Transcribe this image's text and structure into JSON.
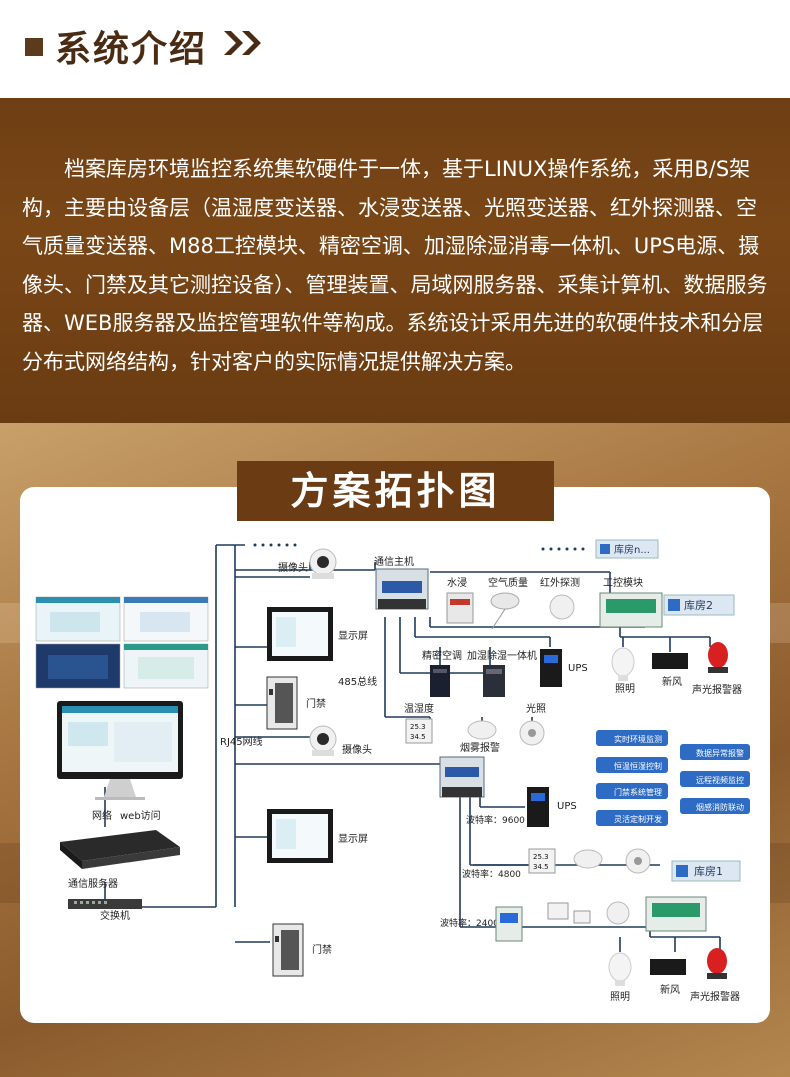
{
  "header": {
    "title": "系统介绍"
  },
  "intro": {
    "text": "档案库房环境监控系统集软硬件于一体，基于LINUX操作系统，采用B/S架构，主要由设备层（温湿度变送器、水浸变送器、光照变送器、红外探测器、空气质量变送器、M88工控模块、精密空调、加湿除湿消毒一体机、UPS电源、摄像头、门禁及其它测控设备）、管理装置、局域网服务器、采集计算机、数据服务器、WEB服务器及监控管理软件等构成。系统设计采用先进的软硬件技术和分层分布式网络结构，针对客户的实际情况提供解决方案。"
  },
  "diagram": {
    "title": "方案拓扑图",
    "left": {
      "network_label": "网络",
      "web_label": "web访问",
      "server_label": "通信服务器",
      "switch_label": "交换机",
      "rj45_label": "RJ45网线"
    },
    "column": {
      "camera1": "摄像头",
      "display1": "显示屏",
      "door1": "门禁",
      "bus485": "485总线",
      "camera2": "摄像头",
      "display2": "显示屏",
      "door2": "门禁"
    },
    "upper": {
      "host": "通信主机",
      "water": "水浸",
      "air": "空气质量",
      "infrared": "红外探测",
      "io_module": "工控模块",
      "room_n": "库房n...",
      "room2": "库房2",
      "ac": "精密空调",
      "humid": "加湿除湿一体机",
      "ups": "UPS",
      "lamp": "照明",
      "fan": "新风",
      "alarm": "声光报警器",
      "temp": "温湿度",
      "smoke": "烟雾报警",
      "light": "光照",
      "lcd_value1": "25.3",
      "lcd_value2": "34.5"
    },
    "features_left": [
      "实时环境监测",
      "恒温恒湿控制",
      "门禁系统管理",
      "灵活定制开发"
    ],
    "features_right": [
      "数据异常报警",
      "远程视频监控",
      "烟感消防联动"
    ],
    "lower": {
      "ups": "UPS",
      "baud1": "波特率：9600",
      "baud2": "波特率：4800",
      "baud3": "波特率：2400",
      "room1": "库房1",
      "lamp": "照明",
      "fan": "新风",
      "alarm": "声光报警器",
      "lcd_value1": "25.3",
      "lcd_value2": "34.5"
    }
  }
}
